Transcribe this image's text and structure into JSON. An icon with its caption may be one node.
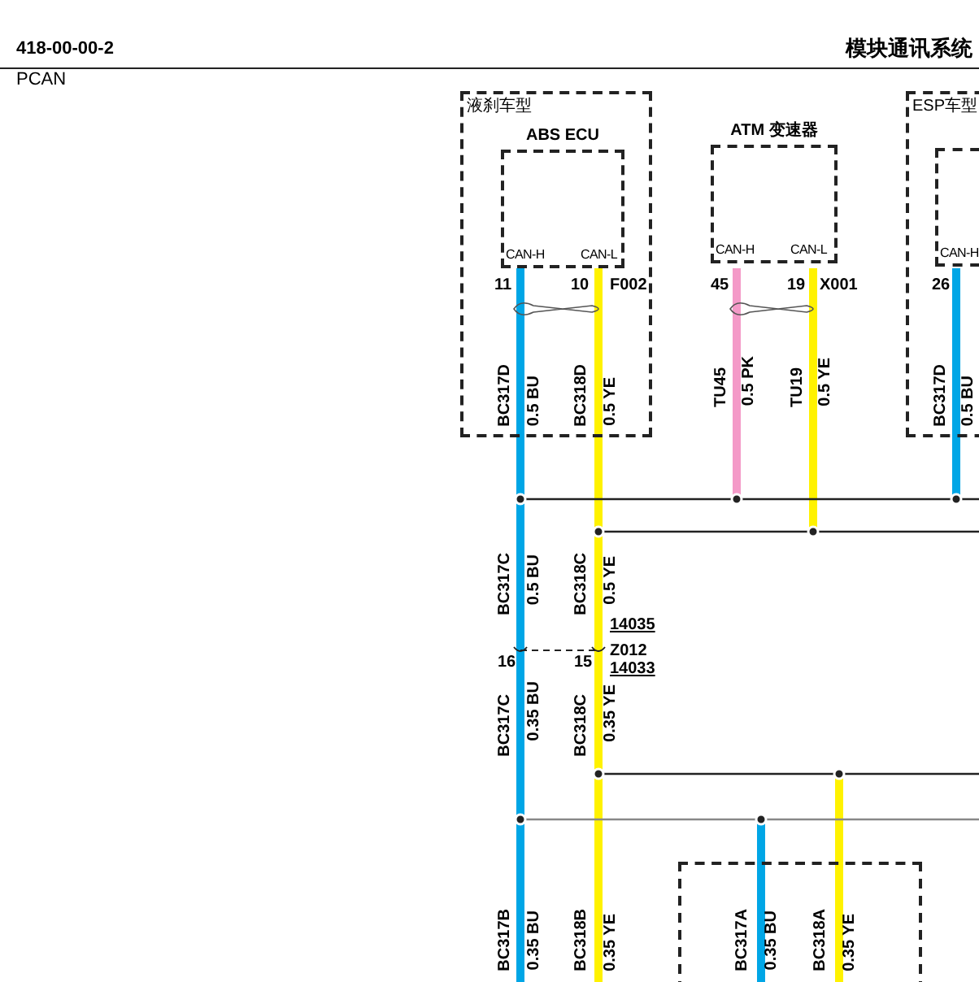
{
  "diagram": {
    "nodes": [
      {
        "text": [
          "液刹车型"
        ]
      },
      {
        "text": [
          "ABS ECU",
          "CAN-H",
          "CAN-L"
        ],
        "in": 0,
        "beside": [
          "11",
          "10",
          "F002"
        ]
      },
      {
        "text": [
          "ATM 变速器",
          "CAN-H",
          "CAN-L"
        ],
        "beside": [
          "45",
          "19",
          "X001"
        ]
      },
      {
        "text": [
          "ESP车型"
        ]
      },
      {
        "text": [
          "CAN-H"
        ],
        "in": 3,
        "beside": [
          "26"
        ]
      },
      {
        "text": [],
        "shape": "box"
      }
    ],
    "edges": [],
    "labels": [
      "418-00-00-2",
      "模块通讯系统",
      "PCAN",
      "BC317D",
      "0.5 BU",
      "BC318D",
      "0.5 YE",
      "TU45",
      "0.5 PK",
      "TU19",
      "0.5 YE",
      "BC317D",
      "0.5 BU",
      "BC317C",
      "0.5 BU",
      "BC318C",
      "0.5 YE",
      "14035",
      "16",
      "15",
      "Z012",
      "14033",
      "BC317C",
      "0.35 BU",
      "BC318C",
      "0.35 YE",
      "BC317B",
      "0.35 BU",
      "BC318B",
      "0.35 YE",
      "BC317A",
      "0.35 BU",
      "BC318A",
      "0.35 YE"
    ]
  }
}
